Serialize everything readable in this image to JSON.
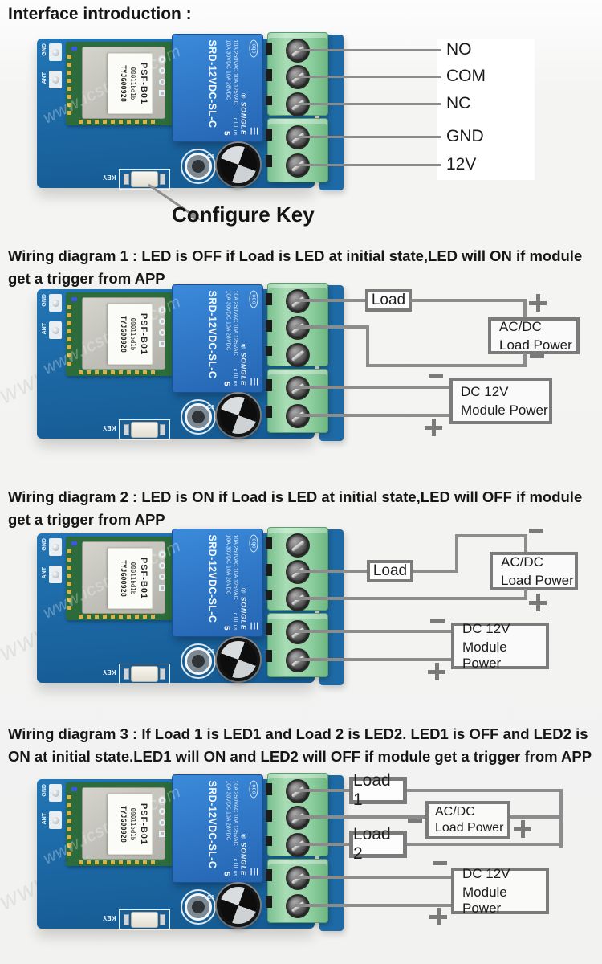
{
  "watermark": "www.icstation.com",
  "board": {
    "gnd": "GND",
    "ant": "ANT",
    "key": "KEY",
    "c1": "C1",
    "sticker1": "PSF-B01",
    "sticker2": "00011bd1b",
    "sticker3": "TYJG00928",
    "relay_badge": "cqc",
    "relay_brand": "® SONGLE",
    "relay_model": "SRD-12VDC-SL-C",
    "relay_rating1": "10A 250VAC 10A 125VAC",
    "relay_rating2": "10A 30VDC 10A 28VDC",
    "relay_cert": "c UL us",
    "relay_num": "5"
  },
  "symbols": {
    "plus": "+",
    "minus": "−"
  },
  "power": {
    "acdc_line1": "AC/DC",
    "acdc_line2": "Load Power",
    "dc_line1": "DC 12V",
    "dc_line2": "Module Power"
  },
  "sections": {
    "intro": {
      "title": "Interface introduction :",
      "pins": [
        "NO",
        "COM",
        "NC",
        "GND",
        "12V"
      ],
      "configure_key": "Configure Key"
    },
    "wiring1": {
      "title_line1": "Wiring diagram 1 : LED is OFF if Load is LED at initial state,LED will ON if module",
      "title_line2": "get a trigger from APP",
      "load": "Load"
    },
    "wiring2": {
      "title_line1": "Wiring diagram 2 : LED is ON if Load is LED at initial state,LED will OFF if module",
      "title_line2": "get a trigger from APP",
      "load": "Load"
    },
    "wiring3": {
      "title_line1": "Wiring diagram 3 : If Load 1 is LED1 and Load 2 is LED2. LED1 is OFF and LED2 is",
      "title_line2": "ON at initial state.LED1 will ON and LED2 will OFF if module get a trigger from APP",
      "load1": "Load 1",
      "load2": "Load 2"
    }
  }
}
